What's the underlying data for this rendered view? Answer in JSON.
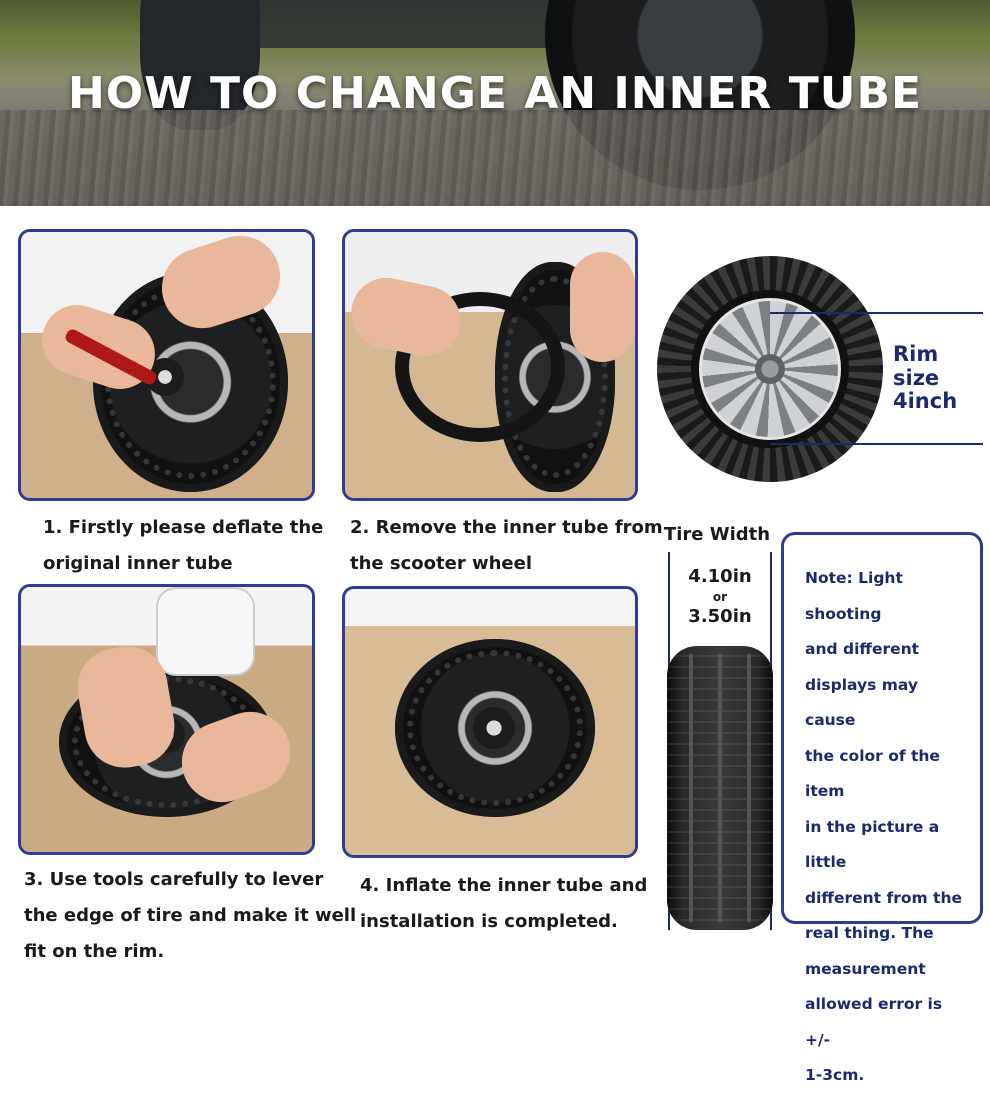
{
  "banner": {
    "title": "HOW TO CHANGE AN INNER TUBE"
  },
  "steps": [
    {
      "caption_line1": "1. Firstly please deflate the",
      "caption_line2": "original inner tube",
      "caption_line3": ""
    },
    {
      "caption_line1": "2. Remove the inner tube from",
      "caption_line2": "the scooter wheel",
      "caption_line3": ""
    },
    {
      "caption_line1": "3. Use tools carefully to lever",
      "caption_line2": "the edge of tire and make it well",
      "caption_line3": "fit on the rim."
    },
    {
      "caption_line1": "4. Inflate the inner tube and",
      "caption_line2": "installation is completed.",
      "caption_line3": ""
    }
  ],
  "rim": {
    "label": "Rim size",
    "value": "4inch"
  },
  "tire_width": {
    "label": "Tire Width",
    "value1": "4.10in",
    "or": "or",
    "value2": "3.50in"
  },
  "note": {
    "line1": "Note: Light shooting",
    "line2": "and different",
    "line3": "displays may cause",
    "line4": "the color of the item",
    "line5": "in the picture a little",
    "line6": "different from the",
    "line7": "real thing. The",
    "line8": "measurement",
    "line9": "allowed error is +/-",
    "line10": "1-3cm."
  },
  "colors": {
    "frame_blue": "#2e3d8f",
    "text_navy": "#1c2a6b",
    "caption_black": "#1a1a1a"
  }
}
